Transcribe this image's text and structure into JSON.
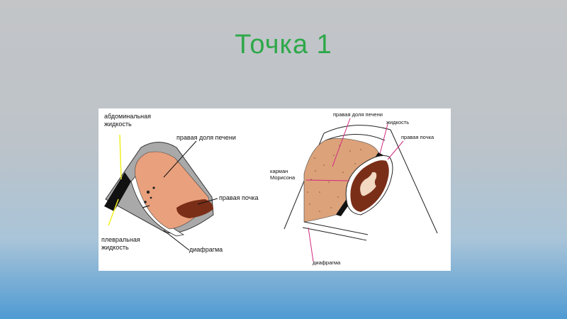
{
  "slide": {
    "title": "Точка 1"
  },
  "left_diagram": {
    "labels": {
      "abdominal_fluid": "абдоминальная\nжидкость",
      "right_liver_lobe": "правая доля печени",
      "right_kidney": "правая почка",
      "pleural_fluid": "плевральная\nжидкость",
      "diaphragm": "диафрагма"
    }
  },
  "right_diagram": {
    "labels": {
      "right_liver_lobe": "правая доля печени",
      "fluid": "жидкость",
      "right_kidney": "правая почка",
      "morison_pouch": "карман\nМорисона",
      "diaphragm": "диафрагма"
    }
  },
  "colors": {
    "liver_left": "#e9a07c",
    "kidney": "#7a2e18",
    "liver_right": "#dca27a",
    "label_line_right": "#d02a7f",
    "title": "#2ea84a"
  }
}
